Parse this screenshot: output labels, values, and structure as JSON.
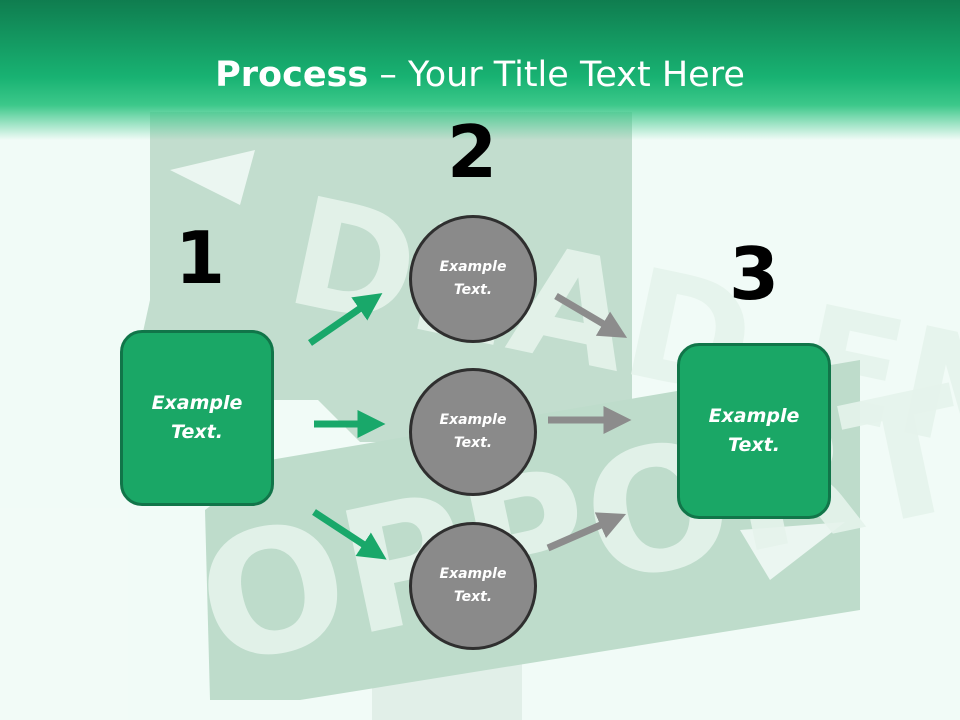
{
  "title": {
    "bold": "Process",
    "rest": " – Your Title Text Here"
  },
  "steps": [
    "1",
    "2",
    "3"
  ],
  "left_box": "Example\nText.",
  "right_box": "Example\nText.",
  "circles": [
    "Example\nText.",
    "Example\nText.",
    "Example\nText."
  ],
  "background_signs": {
    "top": "DEAD END",
    "bottom": "OPPORTUNITY"
  },
  "colors": {
    "accent": "#1aa766",
    "accent_dark": "#117549",
    "arrow_green": "#19a86a",
    "arrow_gray": "#8c8c8c",
    "circle_fill": "#8a8a8a"
  }
}
